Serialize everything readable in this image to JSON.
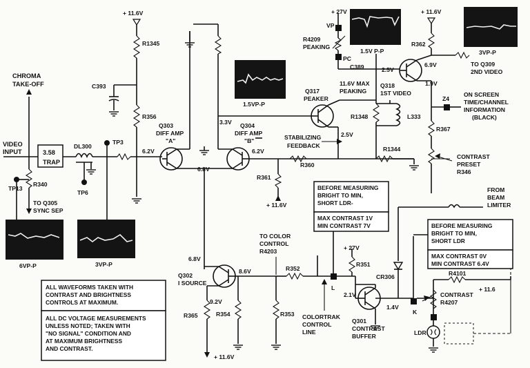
{
  "labels": {
    "supply_top_left": "+ 11.6V",
    "supply_top_right": "+ 11.6V",
    "supply_vp": "+ 27V",
    "supply_r351": "+ 27V",
    "supply_r361": "+ 11.6V",
    "supply_r365": "+ 11.6V",
    "supply_r4101": "+ 11.6",
    "r1345": "R1345",
    "r356": "R356",
    "c393": "C393",
    "chroma": "CHROMA",
    "takeoff": "TAKE-OFF",
    "video": "VIDEO",
    "input": "INPUT",
    "trap": "3.58",
    "trap2": "TRAP",
    "dl300": "DL300",
    "tp3": "TP3",
    "tp13": "TP13",
    "tp6": "TP6",
    "r340": "R340",
    "to_q305": "TO Q305",
    "sync_sep": "SYNC SEP",
    "q303": "Q303",
    "q303_l2": "DIFF AMP",
    "q303_l3": "\"A\"",
    "q304": "Q304",
    "q304_l2": "DIFF AMP",
    "q304_l3": "\"B\"",
    "v62a": "6.2V",
    "v62b": "6.2V",
    "v33": "3.3V",
    "v68": "6.8V",
    "r4209": "R4209",
    "peaking": "PEAKING",
    "vp": "VP",
    "pc": "PC",
    "c389": "C389",
    "v116_max": "11.6V MAX",
    "peaking2": "PEAKING",
    "q317": "Q317",
    "peaker": "PEAKER",
    "stab": "STABILIZING",
    "feedback": "FEEDBACK",
    "v25_q317": "2.5V",
    "r1348": "R1348",
    "l333": "L333",
    "q318": "Q318",
    "first_video": "1ST VIDEO",
    "v25_q318": "2.5V",
    "v69": "6.9V",
    "v19": "1.9V",
    "r362": "R362",
    "to_q309": "TO Q309",
    "second_video": "2ND VIDEO",
    "z4": "Z4",
    "osd1": "ON SCREEN",
    "osd2": "TIME/CHANNEL",
    "osd3": "INFORMATION",
    "osd4": "(BLACK)",
    "r367": "R367",
    "contrast": "CONTRAST",
    "preset": "PRESET",
    "r346": "R346",
    "r1344": "R1344",
    "r360": "R360",
    "r361": "R361",
    "from": "FROM",
    "beam": "BEAM",
    "limiter": "LIMITER",
    "to_color": "TO COLOR",
    "control": "CONTROL",
    "r4203": "R4203",
    "v68_q302": "6.8V",
    "q302": "Q302",
    "i_source": "I SOURCE",
    "v86": "8.6V",
    "v92": "9.2V",
    "r352": "R352",
    "r365": "R365",
    "r354": "R354",
    "r353": "R353",
    "colortrak": "COLORTRAK",
    "ctl_control": "CONTROL",
    "line": "LINE",
    "r351": "R351",
    "l_point": "L",
    "v21": "2.1V",
    "v14": "1.4V",
    "cr306": "CR306",
    "q301": "Q301",
    "contrast_q301": "CONTRAST",
    "buffer": "BUFFER",
    "k_point": "K",
    "r4101": "R4101",
    "contrast_r4207": "CONTRAST",
    "r4207": "R4207",
    "ldr": "LDR"
  },
  "scopes": {
    "s1": "1.5VP-P",
    "s2": "1.5V P-P",
    "s3": "3VP-P",
    "s4": "6VP-P",
    "s5": "3VP-P"
  },
  "notes": {
    "box1": [
      "BEFORE MEASURING",
      "BRIGHT TO MIN,",
      "SHORT LDR-"
    ],
    "box1b": [
      "MAX CONTRAST 1V",
      "MIN CONTRAST 7V"
    ],
    "box2": [
      "BEFORE MEASURING",
      "BRIGHT TO MIN,",
      "SHORT LDR"
    ],
    "box2b": [
      "MAX CONTRAST 0V",
      "MIN CONTRAST 6.4V"
    ],
    "legend1": [
      "ALL WAVEFORMS TAKEN WITH",
      "CONTRAST AND BRIGHTNESS",
      "CONTROLS AT MAXIMUM."
    ],
    "legend2": [
      "ALL DC VOLTAGE MEASUREMENTS",
      "UNLESS NOTED; TAKEN WITH",
      "\"NO SIGNAL\" CONDITION AND",
      "AT MAXIMUM BRIGHTNESS",
      "AND CONTRAST."
    ]
  }
}
